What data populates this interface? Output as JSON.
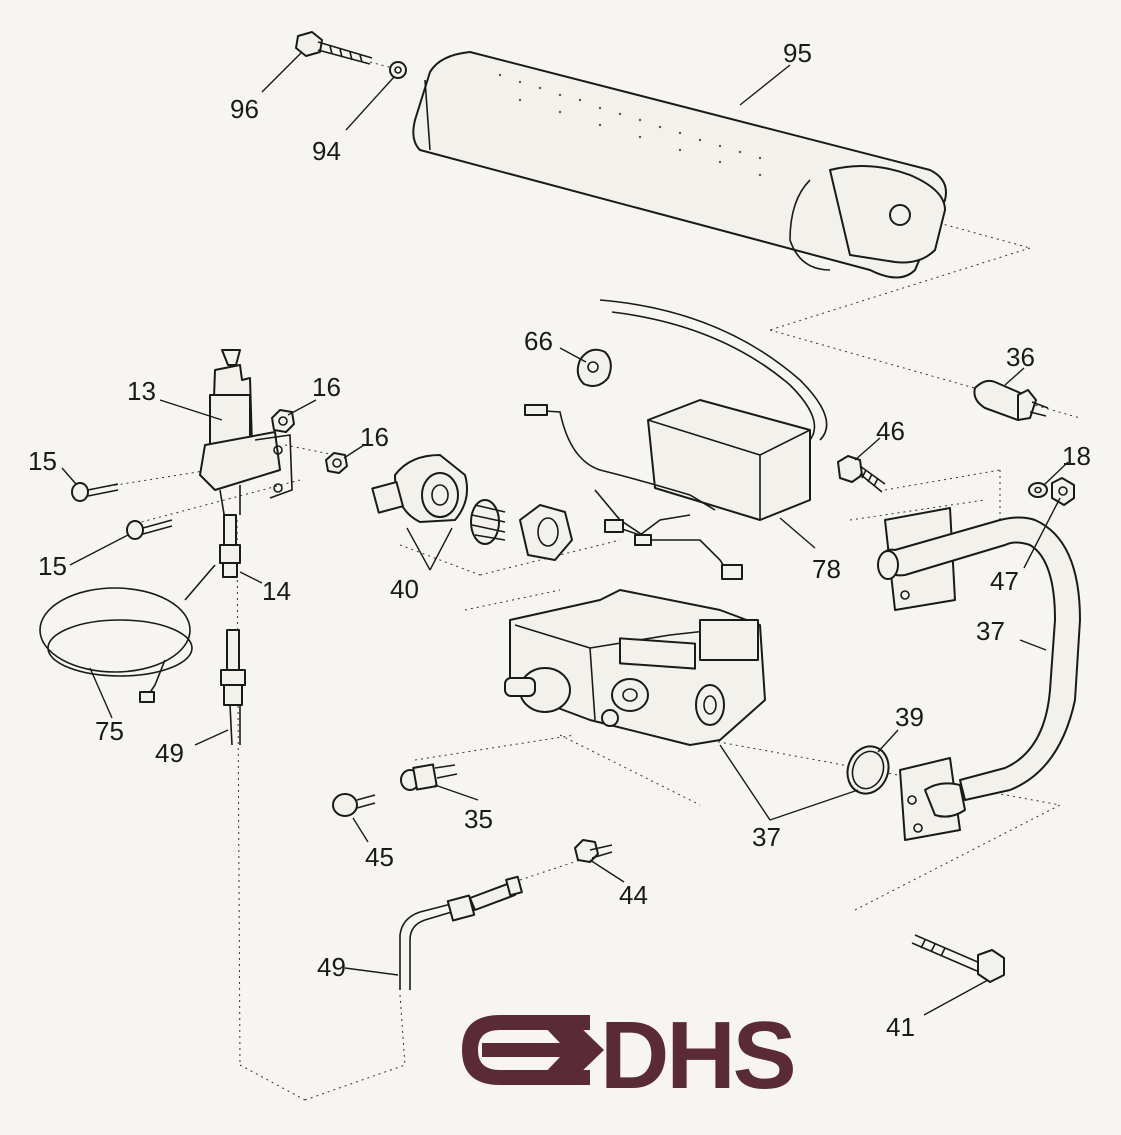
{
  "diagram": {
    "logo": {
      "text": "DHS",
      "color": "#5a2a36"
    },
    "ink_color": "#1a1a1a",
    "background_color": "#f7f5f1",
    "callouts": [
      {
        "id": "c96",
        "label": "96"
      },
      {
        "id": "c94",
        "label": "94"
      },
      {
        "id": "c95",
        "label": "95"
      },
      {
        "id": "c66",
        "label": "66"
      },
      {
        "id": "c36",
        "label": "36"
      },
      {
        "id": "c13",
        "label": "13"
      },
      {
        "id": "c16a",
        "label": "16"
      },
      {
        "id": "c16b",
        "label": "16"
      },
      {
        "id": "c15a",
        "label": "15"
      },
      {
        "id": "c15b",
        "label": "15"
      },
      {
        "id": "c14",
        "label": "14"
      },
      {
        "id": "c75",
        "label": "75"
      },
      {
        "id": "c49a",
        "label": "49"
      },
      {
        "id": "c40",
        "label": "40"
      },
      {
        "id": "c46",
        "label": "46"
      },
      {
        "id": "c18",
        "label": "18"
      },
      {
        "id": "c47",
        "label": "47"
      },
      {
        "id": "c78",
        "label": "78"
      },
      {
        "id": "c37a",
        "label": "37"
      },
      {
        "id": "c39",
        "label": "39"
      },
      {
        "id": "c37b",
        "label": "37"
      },
      {
        "id": "c45",
        "label": "45"
      },
      {
        "id": "c35",
        "label": "35"
      },
      {
        "id": "c44",
        "label": "44"
      },
      {
        "id": "c49b",
        "label": "49"
      },
      {
        "id": "c41",
        "label": "41"
      }
    ]
  }
}
